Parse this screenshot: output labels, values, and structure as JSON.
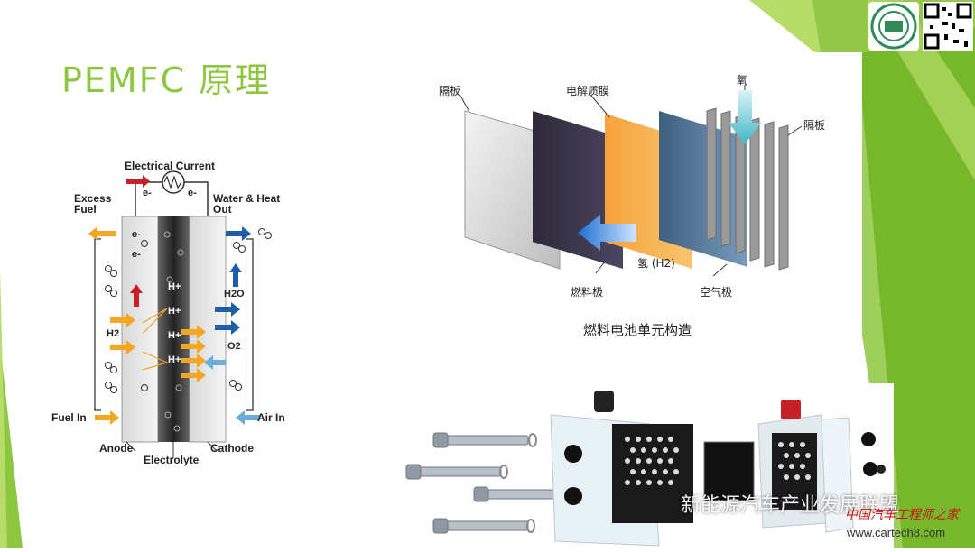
{
  "slide": {
    "title": "PEMFC 原理"
  },
  "fuel_cell_diagram": {
    "electrical_current": "Electrical Current",
    "electron_top_left": "e-",
    "electron_top_right": "e-",
    "electron_1": "e-",
    "electron_2": "e-",
    "excess_fuel": "Excess Fuel",
    "water_heat_out": "Water & Heat Out",
    "proton_1": "H+",
    "proton_2": "H+",
    "proton_3": "H+",
    "proton_4": "H+",
    "h2": "H2",
    "h2o": "H2O",
    "o2": "O2",
    "fuel_in": "Fuel In",
    "air_in": "Air In",
    "anode": "Anode",
    "electrolyte": "Electrolyte",
    "cathode": "Cathode"
  },
  "cell_structure": {
    "separator_left": "隔板",
    "membrane": "电解质膜",
    "oxygen": "氧",
    "separator_right": "隔板",
    "hydrogen": "氢 (H2)",
    "fuel_electrode": "燃料极",
    "air_electrode": "空气极",
    "caption": "燃料电池单元构造"
  },
  "watermark": {
    "text": "新能源汽车产业发展联盟",
    "sub": "中国汽车工程师之家",
    "url": "www.cartech8.com"
  },
  "colors": {
    "accent_green": "#8dc63f",
    "arrow_orange": "#f5a623",
    "arrow_blue": "#1f5fa8"
  }
}
